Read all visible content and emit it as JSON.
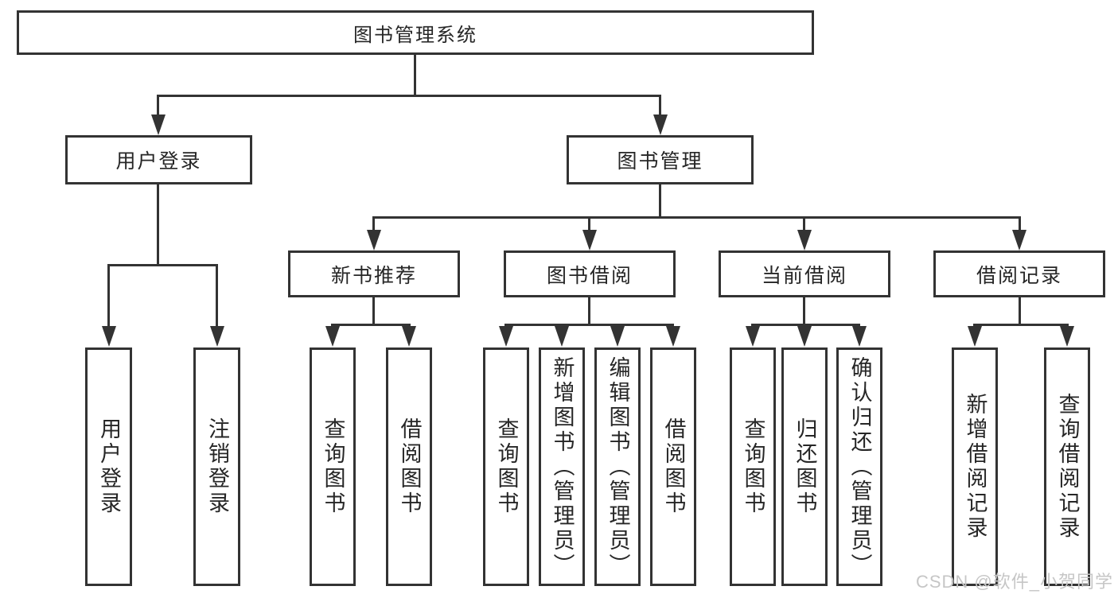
{
  "colors": {
    "background": "#ffffff",
    "line": "#333333",
    "text": "#262626",
    "watermark": "#c6c6c6"
  },
  "tree": {
    "label": "图书管理系统",
    "children": [
      {
        "label": "用户登录",
        "children": [
          {
            "label": "用户登录"
          },
          {
            "label": "注销登录"
          }
        ]
      },
      {
        "label": "图书管理",
        "children": [
          {
            "label": "新书推荐",
            "children": [
              {
                "label": "查询图书"
              },
              {
                "label": "借阅图书"
              }
            ]
          },
          {
            "label": "图书借阅",
            "children": [
              {
                "label": "查询图书"
              },
              {
                "label": "新增图书（管理员）"
              },
              {
                "label": "编辑图书（管理员）"
              },
              {
                "label": "借阅图书"
              }
            ]
          },
          {
            "label": "当前借阅",
            "children": [
              {
                "label": "查询图书"
              },
              {
                "label": "归还图书"
              },
              {
                "label": "确认归还（管理员）"
              }
            ]
          },
          {
            "label": "借阅记录",
            "children": [
              {
                "label": "新增借阅记录"
              },
              {
                "label": "查询借阅记录"
              }
            ]
          }
        ]
      }
    ]
  },
  "watermark": {
    "text": "CSDN @软件_小贺同学"
  }
}
